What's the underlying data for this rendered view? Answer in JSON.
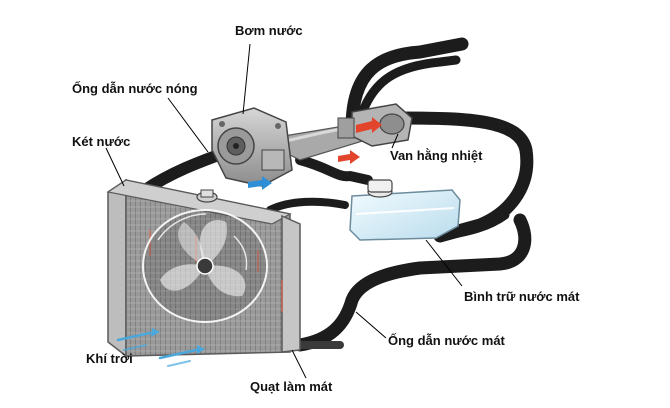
{
  "labels": {
    "pump": "Bơm nước",
    "hot_hose": "Ống dẫn nước nóng",
    "radiator": "Két nước",
    "thermostat": "Van hằng nhiệt",
    "reservoir": "Bình trữ nước mát",
    "cool_hose": "Ống dẫn nước mát",
    "air": "Khí trời",
    "fan": "Quạt làm mát"
  },
  "colors": {
    "hose": "#1c1c1c",
    "radiator_core": "#8d8d8d",
    "radiator_frame": "#bdbdbd",
    "reservoir": "#d8edf6",
    "hot_flow": "#e2452b",
    "cool_flow": "#2f8fd6",
    "air_flow": "#4aa8dd",
    "leader": "#000000"
  },
  "icons": [
    "radiator-icon",
    "fan-icon",
    "water-pump-icon",
    "thermostat-icon",
    "reservoir-icon",
    "hot-flow-arrow-icon",
    "cool-flow-arrow-icon",
    "air-flow-arrow-icon"
  ]
}
